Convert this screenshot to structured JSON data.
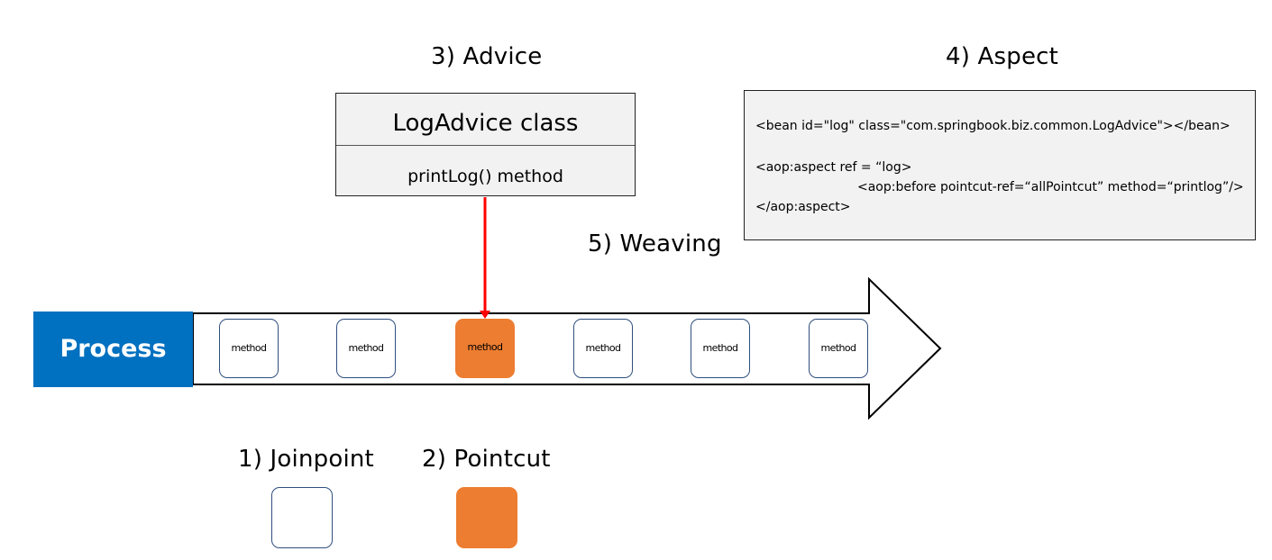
{
  "labels": {
    "advice": "3) Advice",
    "aspect": "4) Aspect",
    "weaving": "5) Weaving",
    "joinpoint": "1) Joinpoint",
    "pointcut": "2) Pointcut"
  },
  "advice_box": {
    "class_name": "LogAdvice class",
    "method_name": "printLog() method"
  },
  "aspect_box": {
    "lines": [
      "<bean id=\"log\" class=\"com.springbook.biz.common.LogAdvice\"></bean>",
      "<aop:aspect ref = “log>",
      "<aop:before pointcut-ref=“allPointcut” method=“printlog”/>",
      "</aop:aspect>"
    ]
  },
  "process": {
    "label": "Process",
    "methods": [
      {
        "label": "method",
        "pointcut": false
      },
      {
        "label": "method",
        "pointcut": false
      },
      {
        "label": "method",
        "pointcut": true
      },
      {
        "label": "method",
        "pointcut": false
      },
      {
        "label": "method",
        "pointcut": false
      },
      {
        "label": "method",
        "pointcut": false
      }
    ]
  },
  "colors": {
    "process_blue": "#0070c0",
    "pointcut_orange": "#ed7d31",
    "joinpoint_border": "#2f4f7f",
    "weaving_arrow": "#ff0000",
    "box_fill": "#f2f2f2"
  }
}
